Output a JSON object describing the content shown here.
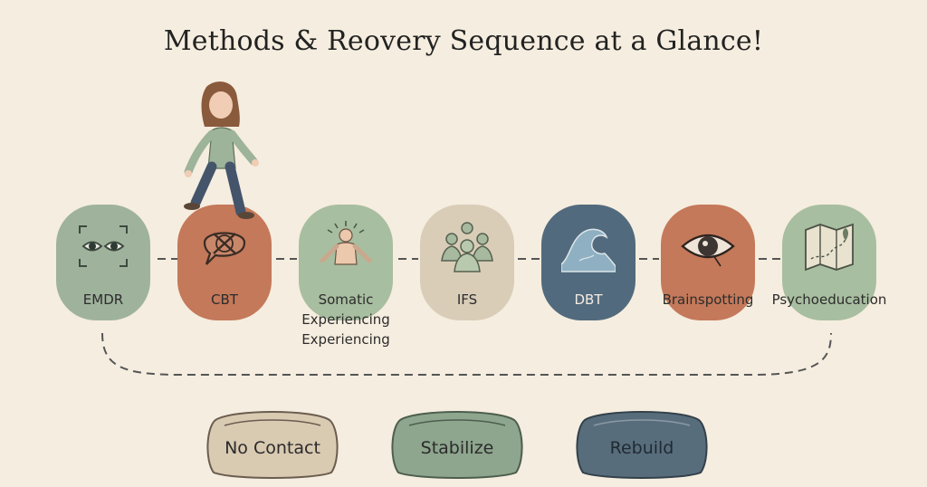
{
  "title": "Methods & Reovery Sequence at a Glance!",
  "methods": [
    {
      "label": "EMDR",
      "color": "#9fb39c",
      "icon": "eyes-scan-icon"
    },
    {
      "label": "CBT",
      "color": "#c4795a",
      "icon": "crossed-speech-bubble-icon"
    },
    {
      "label": "Somatic Experiencing",
      "extra": "Experiencing",
      "color": "#a8bea0",
      "icon": "radiating-figure-icon"
    },
    {
      "label": "IFS",
      "color": "#d9cdb8",
      "icon": "group-of-figures-icon"
    },
    {
      "label": "DBT",
      "color": "#526a7d",
      "icon": "wave-icon"
    },
    {
      "label": "Brainspotting",
      "color": "#c4795a",
      "icon": "eye-icon"
    },
    {
      "label": "Psychoeducation",
      "color": "#a8bea0",
      "icon": "map-icon"
    }
  ],
  "stages": [
    {
      "label": "No Contact",
      "color": "#d9cab2"
    },
    {
      "label": "Stabilize",
      "color": "#8ea58e"
    },
    {
      "label": "Rebuild",
      "color": "#586d7c"
    }
  ],
  "colors": {
    "background": "#f5eddf",
    "connector": "#555555"
  }
}
